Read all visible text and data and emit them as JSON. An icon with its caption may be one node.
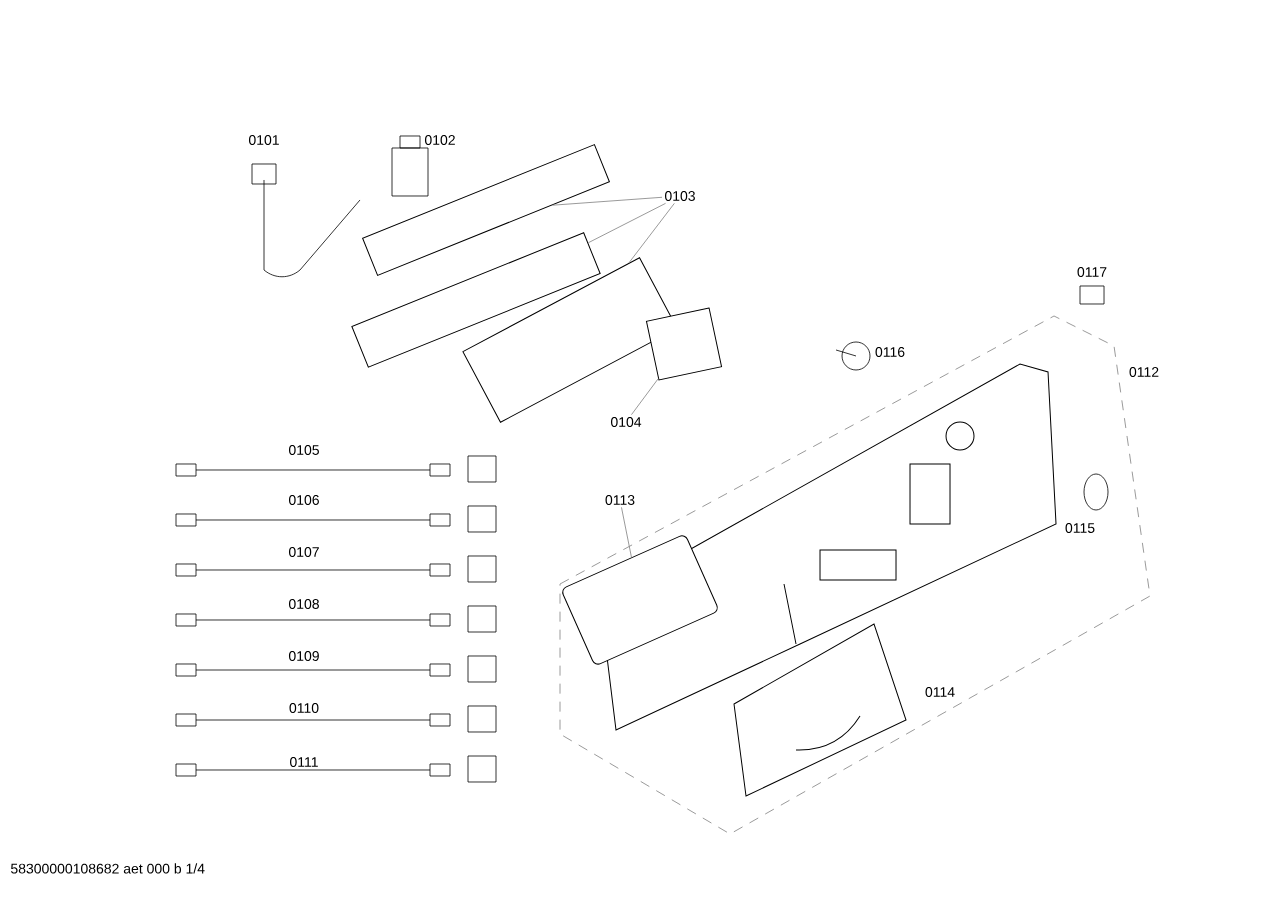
{
  "diagram": {
    "nodes": [
      {
        "text": [
          "0103"
        ]
      },
      {
        "text": [],
        "shape": "picture"
      },
      {
        "text": [],
        "shape": "picture"
      },
      {
        "text": [],
        "shape": "picture"
      },
      {
        "text": [
          "0104"
        ]
      },
      {
        "text": [],
        "shape": "picture"
      },
      {
        "text": [
          "0113"
        ]
      },
      {
        "text": [],
        "shape": "picture"
      }
    ],
    "edges": [
      {
        "from": 0,
        "to": 1,
        "arrow": "none"
      },
      {
        "from": 0,
        "to": 2,
        "arrow": "none"
      },
      {
        "from": 0,
        "to": 3,
        "arrow": "none"
      },
      {
        "from": 4,
        "to": 5,
        "arrow": "none"
      },
      {
        "from": 6,
        "to": 7,
        "arrow": "none"
      }
    ],
    "labels": [
      "0101",
      "0102",
      "0117",
      "0116",
      "0112",
      "0105",
      "0106",
      "0115",
      "0107",
      "0108",
      "0109",
      "0110",
      "0114",
      "0111",
      "58300000108682 aet 000 b 1/4"
    ]
  }
}
